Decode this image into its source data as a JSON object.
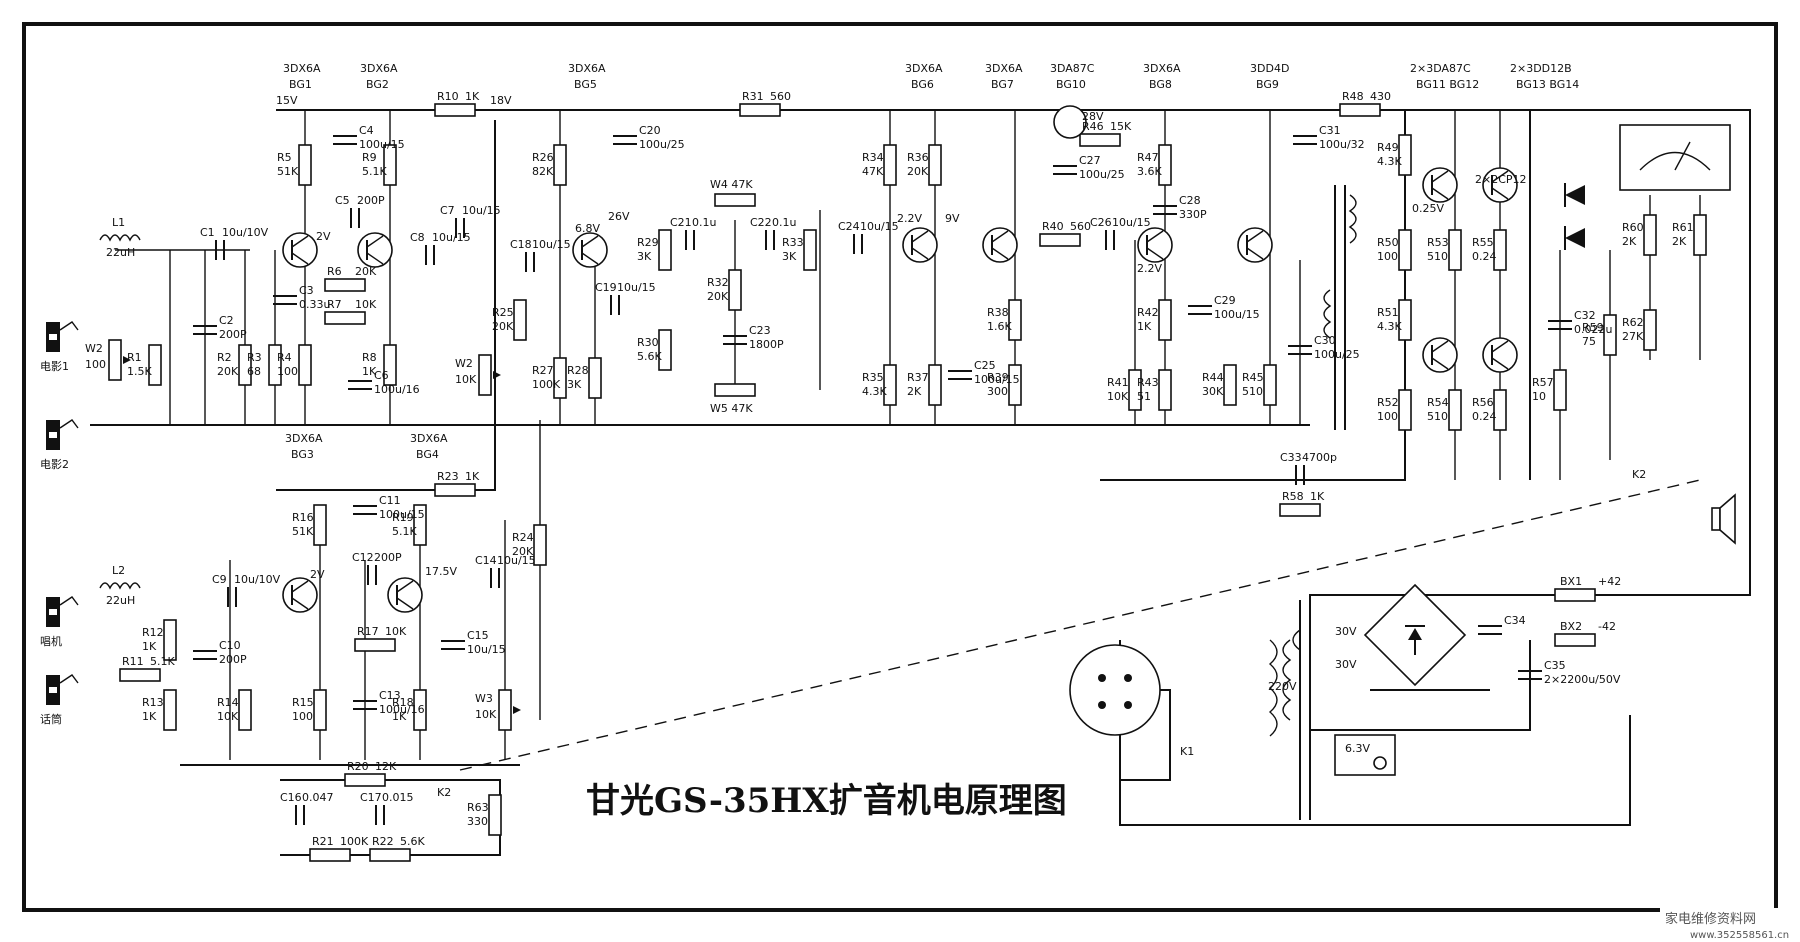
{
  "title": "甘光GS-35HX扩音机电原理图",
  "watermark": {
    "site": "家电维修资料网",
    "url": "www.352558561.cn"
  },
  "transistors": [
    {
      "ref": "BG1",
      "model": "3DX6A"
    },
    {
      "ref": "BG2",
      "model": "3DX6A"
    },
    {
      "ref": "BG5",
      "model": "3DX6A"
    },
    {
      "ref": "BG6",
      "model": "3DX6A"
    },
    {
      "ref": "BG7",
      "model": "3DX6A"
    },
    {
      "ref": "BG10",
      "model": "3DA87C"
    },
    {
      "ref": "BG8",
      "model": "3DX6A"
    },
    {
      "ref": "BG9",
      "model": "3DD4D"
    },
    {
      "ref": "BG11 BG12",
      "model": "2×3DA87C"
    },
    {
      "ref": "BG13 BG14",
      "model": "2×3DD12B"
    },
    {
      "ref": "BG3",
      "model": "3DX6A"
    },
    {
      "ref": "BG4",
      "model": "3DX6A"
    }
  ],
  "resistors": [
    [
      "R1",
      "1.5K"
    ],
    [
      "R2",
      "20K"
    ],
    [
      "R3",
      "68"
    ],
    [
      "R4",
      "100"
    ],
    [
      "R5",
      "51K"
    ],
    [
      "R6",
      "20K"
    ],
    [
      "R7",
      "10K"
    ],
    [
      "R8",
      "1K"
    ],
    [
      "R9",
      "5.1K"
    ],
    [
      "R10",
      "1K"
    ],
    [
      "R11",
      "5.1K"
    ],
    [
      "R12",
      "1K"
    ],
    [
      "R13",
      "1K"
    ],
    [
      "R14",
      "10K"
    ],
    [
      "R15",
      "100"
    ],
    [
      "R16",
      "51K"
    ],
    [
      "R17",
      "10K"
    ],
    [
      "R18",
      "1K"
    ],
    [
      "R19",
      "5.1K"
    ],
    [
      "R20",
      "12K"
    ],
    [
      "R21",
      "100K"
    ],
    [
      "R22",
      "5.6K"
    ],
    [
      "R23",
      "1K"
    ],
    [
      "R24",
      "20K"
    ],
    [
      "R25",
      "20K"
    ],
    [
      "R26",
      "82K"
    ],
    [
      "R27",
      "100K"
    ],
    [
      "R28",
      "3K"
    ],
    [
      "R29",
      "3K"
    ],
    [
      "R30",
      "5.6K"
    ],
    [
      "R31",
      "560"
    ],
    [
      "R32",
      "20K"
    ],
    [
      "R33",
      "3K"
    ],
    [
      "R34",
      "47K"
    ],
    [
      "R35",
      "4.3K"
    ],
    [
      "R36",
      "20K"
    ],
    [
      "R37",
      "2K"
    ],
    [
      "R38",
      "1.6K"
    ],
    [
      "R39",
      "300"
    ],
    [
      "R40",
      "560"
    ],
    [
      "R41",
      "10K"
    ],
    [
      "R42",
      "1K"
    ],
    [
      "R43",
      "51"
    ],
    [
      "R44",
      "30K"
    ],
    [
      "R45",
      "510"
    ],
    [
      "R46",
      "15K"
    ],
    [
      "R47",
      "3.6K"
    ],
    [
      "R48",
      "430"
    ],
    [
      "R49",
      "4.3K"
    ],
    [
      "R50",
      "100"
    ],
    [
      "R51",
      "4.3K"
    ],
    [
      "R52",
      "100"
    ],
    [
      "R53",
      "510"
    ],
    [
      "R54",
      "510"
    ],
    [
      "R55",
      "0.24"
    ],
    [
      "R56",
      "0.24"
    ],
    [
      "R57",
      "10"
    ],
    [
      "R58",
      "1K"
    ],
    [
      "R59",
      "75"
    ],
    [
      "R60",
      "2K"
    ],
    [
      "R61",
      "2K"
    ],
    [
      "R62",
      "27K"
    ],
    [
      "R63",
      "330"
    ]
  ],
  "capacitors": [
    [
      "C1",
      "10u/10V"
    ],
    [
      "C2",
      "200P"
    ],
    [
      "C3",
      "0.33u"
    ],
    [
      "C4",
      "100u/15"
    ],
    [
      "C5",
      "200P"
    ],
    [
      "C6",
      "100u/16"
    ],
    [
      "C7",
      "10u/15"
    ],
    [
      "C8",
      "10u/15"
    ],
    [
      "C9",
      "10u/10V"
    ],
    [
      "C10",
      "200P"
    ],
    [
      "C11",
      "100u/15"
    ],
    [
      "C12",
      "200P"
    ],
    [
      "C13",
      "100u/16"
    ],
    [
      "C14",
      "10u/15"
    ],
    [
      "C15",
      "10u/15"
    ],
    [
      "C16",
      "0.047"
    ],
    [
      "C17",
      "0.015"
    ],
    [
      "C18",
      "10u/15"
    ],
    [
      "C19",
      "10u/15"
    ],
    [
      "C20",
      "100u/25"
    ],
    [
      "C21",
      "0.1u"
    ],
    [
      "C22",
      "0.1u"
    ],
    [
      "C23",
      "1800P"
    ],
    [
      "C24",
      "10u/15"
    ],
    [
      "C25",
      "100u/15"
    ],
    [
      "C26",
      "10u/15"
    ],
    [
      "C27",
      "100u/25"
    ],
    [
      "C28",
      "330P"
    ],
    [
      "C29",
      "100u/15"
    ],
    [
      "C30",
      "100u/25"
    ],
    [
      "C31",
      "100u/32"
    ],
    [
      "C32",
      "0.022u"
    ],
    [
      "C33",
      "4700p"
    ],
    [
      "C34",
      ""
    ],
    [
      "C35",
      "2×2200u/50V"
    ]
  ],
  "potentiometers": [
    [
      "W2",
      "100"
    ],
    [
      "W2",
      "10K"
    ],
    [
      "W3",
      "10K"
    ],
    [
      "W4",
      "47K"
    ],
    [
      "W5",
      "47K"
    ]
  ],
  "inductors": [
    [
      "L1",
      "22uH"
    ],
    [
      "L2",
      "22uH"
    ]
  ],
  "voltages": [
    "15V",
    "18V",
    "2V",
    "26V",
    "6.8V",
    "2.2V",
    "9V",
    "28V",
    "2.2V",
    "0.25V",
    "17.5V",
    "2V"
  ],
  "inputs": [
    "电影1",
    "电影2",
    "唱机",
    "话筒"
  ],
  "power": {
    "mains": "220V",
    "secondary": [
      "30V",
      "30V"
    ],
    "lamp": "6.3V",
    "fuses": [
      [
        "BX1",
        "+42"
      ],
      [
        "BX2",
        "-42"
      ]
    ],
    "diodes": "2×2CP12"
  },
  "switches": [
    "K1",
    "K2",
    "K2"
  ]
}
